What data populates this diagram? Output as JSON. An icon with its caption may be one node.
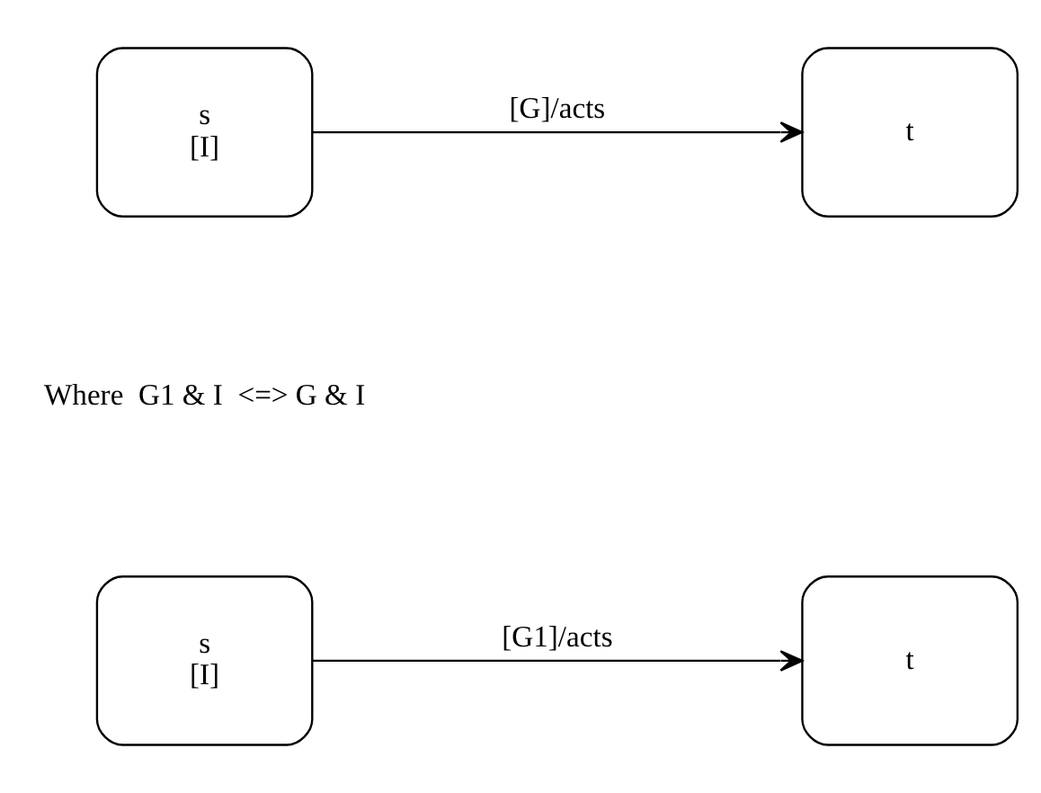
{
  "diagram": {
    "nodes": [
      {
        "text": [
          "s",
          "[I]"
        ]
      },
      {
        "text": [
          "t"
        ]
      },
      {
        "text": [
          "s",
          "[I]"
        ]
      },
      {
        "text": [
          "t"
        ]
      }
    ],
    "edges": [
      {
        "from": 0,
        "to": 1,
        "arrow": "to",
        "label": "[G]/acts"
      },
      {
        "from": 2,
        "to": 3,
        "arrow": "to",
        "label": "[G1]/acts"
      }
    ],
    "labels": [
      "Where  G1 & I  <=> G & I"
    ]
  }
}
